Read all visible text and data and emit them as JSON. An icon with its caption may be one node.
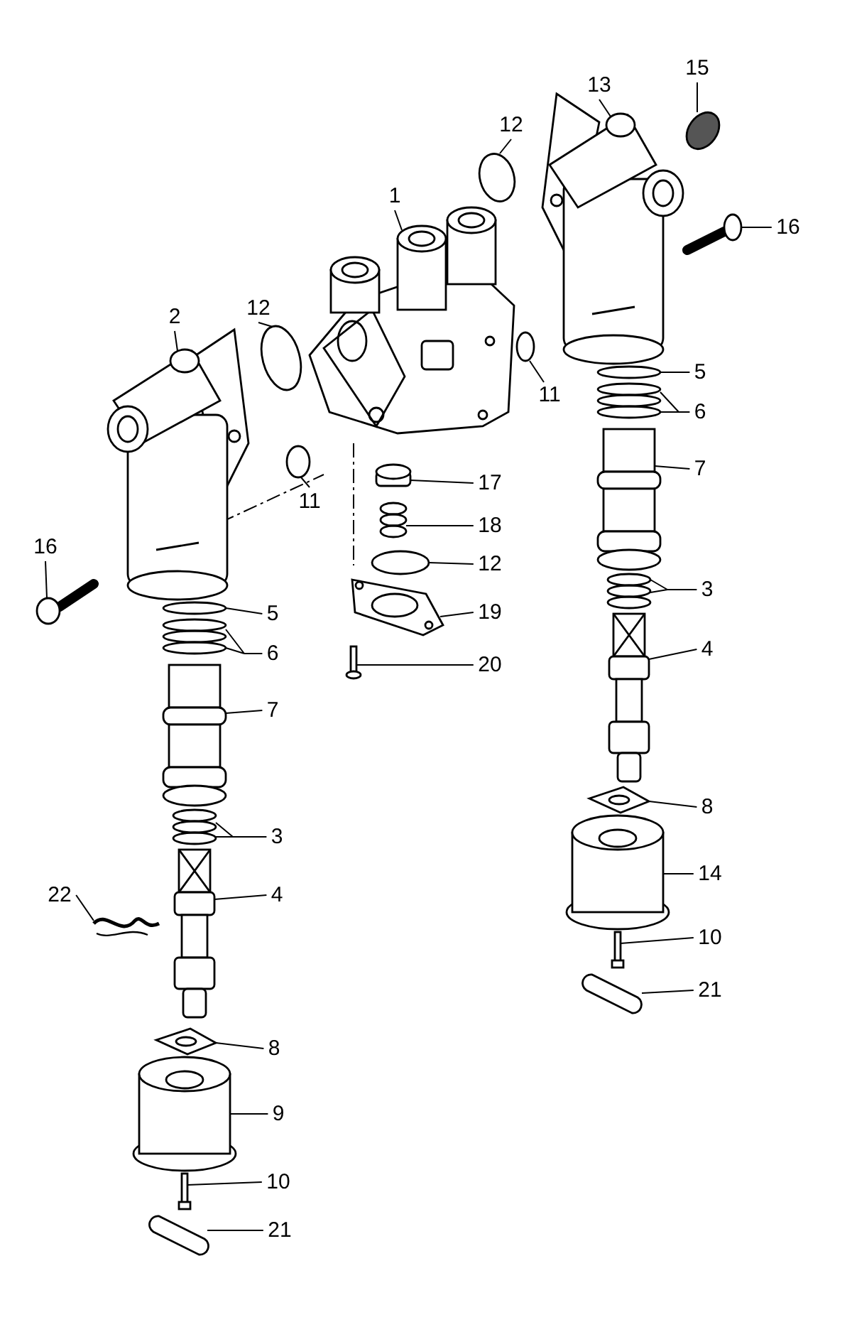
{
  "diagram": {
    "nodes": [
      {
        "text": [
          "15"
        ]
      },
      {
        "text": [
          "13"
        ]
      },
      {
        "text": [
          "12"
        ]
      },
      {
        "text": [
          "1"
        ]
      },
      {
        "text": [
          "16"
        ]
      },
      {
        "text": [
          "12"
        ]
      },
      {
        "text": [
          "2"
        ]
      },
      {
        "text": [
          "5"
        ]
      },
      {
        "text": [
          "11"
        ]
      },
      {
        "text": [
          "6"
        ]
      },
      {
        "text": [
          "7"
        ]
      },
      {
        "text": [
          "17"
        ]
      },
      {
        "text": [
          "11"
        ]
      },
      {
        "text": [
          "18"
        ]
      },
      {
        "text": [
          "16"
        ]
      },
      {
        "text": [
          "12"
        ]
      },
      {
        "text": [
          "3"
        ]
      },
      {
        "text": [
          "19"
        ]
      },
      {
        "text": [
          "5"
        ]
      },
      {
        "text": [
          "6"
        ]
      },
      {
        "text": [
          "4"
        ]
      },
      {
        "text": [
          "20"
        ]
      },
      {
        "text": [
          "7"
        ]
      },
      {
        "text": [
          "8"
        ]
      },
      {
        "text": [
          "3"
        ]
      },
      {
        "text": [
          "14"
        ]
      },
      {
        "text": [
          "22"
        ]
      },
      {
        "text": [
          "4"
        ]
      },
      {
        "text": [
          "10"
        ]
      },
      {
        "text": [
          "21"
        ]
      },
      {
        "text": [
          "8"
        ]
      },
      {
        "text": [
          "9"
        ]
      },
      {
        "text": [
          "10"
        ]
      },
      {
        "text": [
          "21"
        ]
      },
      {
        "text": [],
        "shape": "circle"
      },
      {
        "text": [],
        "shape": "picture"
      },
      {
        "text": [],
        "shape": "circle"
      },
      {
        "text": [],
        "shape": "picture"
      },
      {
        "text": [],
        "shape": "picture"
      },
      {
        "text": [],
        "shape": "circle"
      },
      {
        "text": [],
        "shape": "picture"
      },
      {
        "text": [],
        "shape": "circle"
      },
      {
        "text": [],
        "shape": "circle"
      },
      {
        "text": [],
        "shape": "picture"
      },
      {
        "text": [],
        "shape": "picture"
      },
      {
        "text": [],
        "shape": "cylinder"
      },
      {
        "text": [],
        "shape": "circle"
      },
      {
        "text": [],
        "shape": "picture"
      },
      {
        "text": [],
        "shape": "picture"
      },
      {
        "text": [],
        "shape": "circle"
      },
      {
        "text": [],
        "shape": "picture"
      },
      {
        "text": [],
        "shape": "picture"
      },
      {
        "text": [],
        "shape": "circle"
      },
      {
        "text": [],
        "shape": "picture"
      },
      {
        "text": [],
        "shape": "picture"
      },
      {
        "text": [],
        "shape": "picture"
      },
      {
        "text": [],
        "shape": "picture"
      },
      {
        "text": [],
        "shape": "picture"
      },
      {
        "text": [],
        "shape": "picture"
      },
      {
        "text": [],
        "shape": "picture"
      },
      {
        "text": [],
        "shape": "picture"
      },
      {
        "text": [],
        "shape": "picture"
      },
      {
        "text": [],
        "shape": "picture"
      },
      {
        "text": [],
        "shape": "picture"
      },
      {
        "text": [],
        "shape": "picture"
      },
      {
        "text": [],
        "shape": "picture"
      },
      {
        "text": [],
        "shape": "picture"
      },
      {
        "text": [],
        "shape": "picture"
      }
    ],
    "edges": [
      {
        "from": 0,
        "to": 34,
        "arrow": "none"
      },
      {
        "from": 1,
        "to": 35,
        "arrow": "none"
      },
      {
        "from": 2,
        "to": 36,
        "arrow": "none"
      },
      {
        "from": 3,
        "to": 37,
        "arrow": "none"
      },
      {
        "from": 4,
        "to": 38,
        "arrow": "none"
      },
      {
        "from": 5,
        "to": 39,
        "arrow": "none"
      },
      {
        "from": 6,
        "to": 40,
        "arrow": "none"
      },
      {
        "from": 7,
        "to": 41,
        "arrow": "none"
      },
      {
        "from": 8,
        "to": 42,
        "arrow": "none"
      },
      {
        "from": 9,
        "to": 43,
        "arrow": "none"
      },
      {
        "from": 10,
        "to": 44,
        "arrow": "none"
      },
      {
        "from": 11,
        "to": 45,
        "arrow": "none"
      },
      {
        "from": 12,
        "to": 46,
        "arrow": "none"
      },
      {
        "from": 13,
        "to": 47,
        "arrow": "none"
      },
      {
        "from": 14,
        "to": 48,
        "arrow": "none"
      },
      {
        "from": 15,
        "to": 49,
        "arrow": "none"
      },
      {
        "from": 16,
        "to": 50,
        "arrow": "none"
      },
      {
        "from": 17,
        "to": 51,
        "arrow": "none"
      },
      {
        "from": 18,
        "to": 52,
        "arrow": "none"
      },
      {
        "from": 19,
        "to": 53,
        "arrow": "none"
      },
      {
        "from": 20,
        "to": 54,
        "arrow": "none"
      },
      {
        "from": 21,
        "to": 55,
        "arrow": "none"
      },
      {
        "from": 22,
        "to": 56,
        "arrow": "none"
      },
      {
        "from": 23,
        "to": 57,
        "arrow": "none"
      },
      {
        "from": 24,
        "to": 58,
        "arrow": "none"
      },
      {
        "from": 25,
        "to": 59,
        "arrow": "none"
      },
      {
        "from": 26,
        "to": 60,
        "arrow": "none"
      },
      {
        "from": 27,
        "to": 61,
        "arrow": "none"
      },
      {
        "from": 28,
        "to": 62,
        "arrow": "none"
      },
      {
        "from": 29,
        "to": 63,
        "arrow": "none"
      },
      {
        "from": 30,
        "to": 64,
        "arrow": "none"
      },
      {
        "from": 31,
        "to": 65,
        "arrow": "none"
      },
      {
        "from": 32,
        "to": 66,
        "arrow": "none"
      },
      {
        "from": 33,
        "to": 67,
        "arrow": "none"
      }
    ]
  }
}
